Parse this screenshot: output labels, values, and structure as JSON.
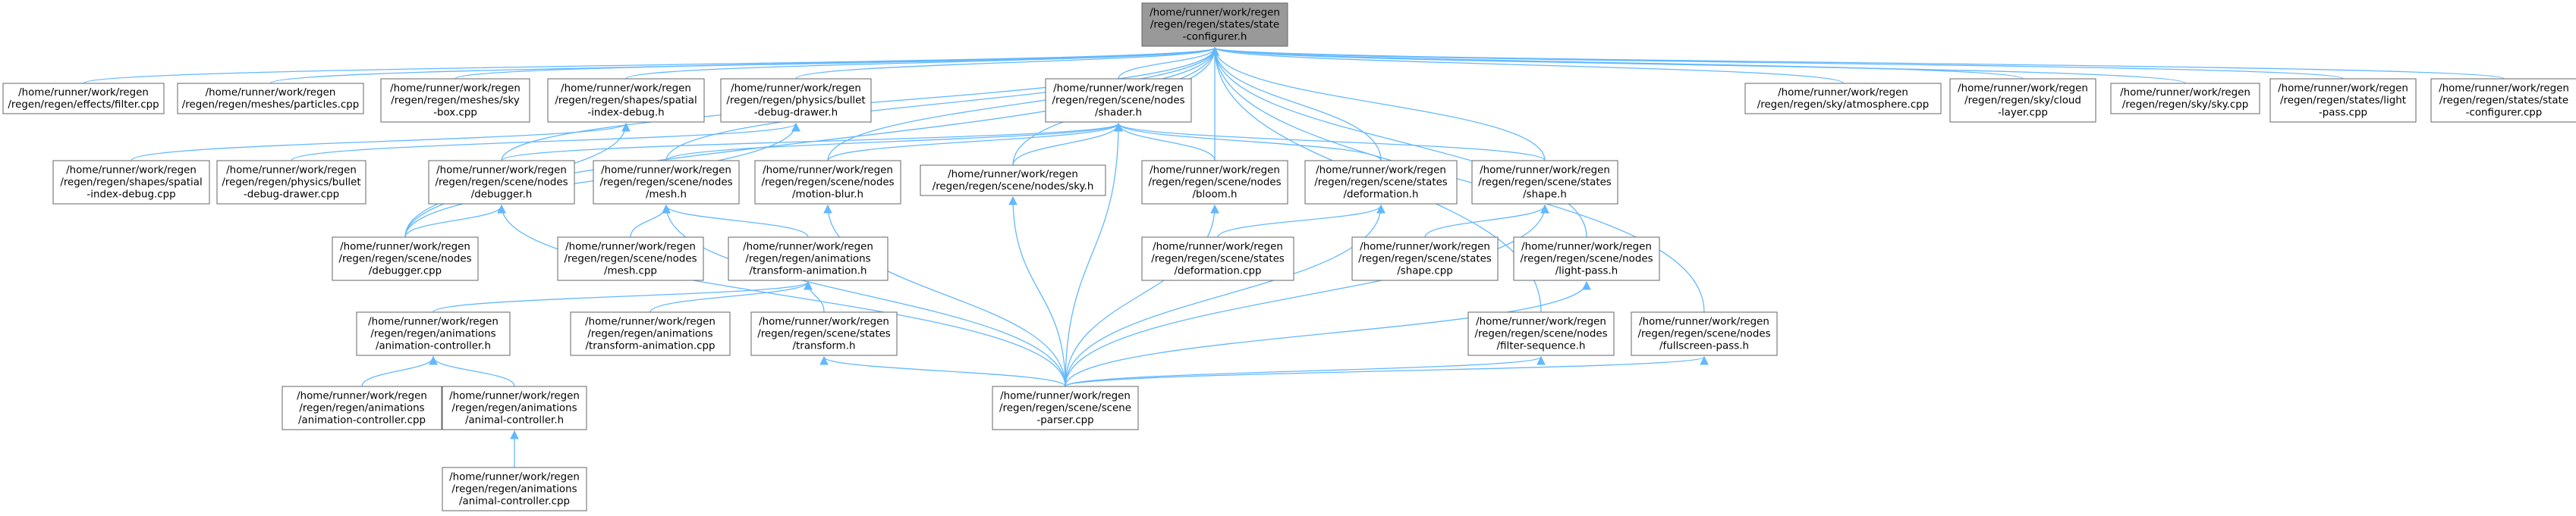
{
  "colors": {
    "edge": "#63b8ff",
    "node_border": "#666666",
    "node_fill": "#ffffff",
    "root_fill": "#999999",
    "text": "#000000"
  },
  "nodes": [
    {
      "id": "root",
      "lines": [
        "/home/runner/work/regen",
        "/regen/regen/states/state",
        "-configurer.h"
      ],
      "root": true
    },
    {
      "id": "filter-cpp",
      "lines": [
        "/home/runner/work/regen",
        "/regen/regen/effects/filter.cpp"
      ]
    },
    {
      "id": "particles-cpp",
      "lines": [
        "/home/runner/work/regen",
        "/regen/regen/meshes/particles.cpp"
      ]
    },
    {
      "id": "sky-box-cpp",
      "lines": [
        "/home/runner/work/regen",
        "/regen/regen/meshes/sky",
        "-box.cpp"
      ]
    },
    {
      "id": "spatial-index-debug-h",
      "lines": [
        "/home/runner/work/regen",
        "/regen/regen/shapes/spatial",
        "-index-debug.h"
      ]
    },
    {
      "id": "bullet-debug-drawer-h",
      "lines": [
        "/home/runner/work/regen",
        "/regen/regen/physics/bullet",
        "-debug-drawer.h"
      ]
    },
    {
      "id": "shader-h",
      "lines": [
        "/home/runner/work/regen",
        "/regen/regen/scene/nodes",
        "/shader.h"
      ]
    },
    {
      "id": "atmosphere-cpp",
      "lines": [
        "/home/runner/work/regen",
        "/regen/regen/sky/atmosphere.cpp"
      ]
    },
    {
      "id": "cloud-layer-cpp",
      "lines": [
        "/home/runner/work/regen",
        "/regen/regen/sky/cloud",
        "-layer.cpp"
      ]
    },
    {
      "id": "sky-cpp",
      "lines": [
        "/home/runner/work/regen",
        "/regen/regen/sky/sky.cpp"
      ]
    },
    {
      "id": "light-pass-cpp",
      "lines": [
        "/home/runner/work/regen",
        "/regen/regen/states/light",
        "-pass.cpp"
      ]
    },
    {
      "id": "state-configurer-cpp",
      "lines": [
        "/home/runner/work/regen",
        "/regen/regen/states/state",
        "-configurer.cpp"
      ]
    },
    {
      "id": "spatial-index-debug-cpp",
      "lines": [
        "/home/runner/work/regen",
        "/regen/regen/shapes/spatial",
        "-index-debug.cpp"
      ]
    },
    {
      "id": "bullet-debug-drawer-cpp",
      "lines": [
        "/home/runner/work/regen",
        "/regen/regen/physics/bullet",
        "-debug-drawer.cpp"
      ]
    },
    {
      "id": "debugger-h",
      "lines": [
        "/home/runner/work/regen",
        "/regen/regen/scene/nodes",
        "/debugger.h"
      ]
    },
    {
      "id": "mesh-h",
      "lines": [
        "/home/runner/work/regen",
        "/regen/regen/scene/nodes",
        "/mesh.h"
      ]
    },
    {
      "id": "motion-blur-h",
      "lines": [
        "/home/runner/work/regen",
        "/regen/regen/scene/nodes",
        "/motion-blur.h"
      ]
    },
    {
      "id": "nodes-sky-h",
      "lines": [
        "/home/runner/work/regen",
        "/regen/regen/scene/nodes/sky.h"
      ]
    },
    {
      "id": "bloom-h",
      "lines": [
        "/home/runner/work/regen",
        "/regen/regen/scene/nodes",
        "/bloom.h"
      ]
    },
    {
      "id": "deformation-h",
      "lines": [
        "/home/runner/work/regen",
        "/regen/regen/scene/states",
        "/deformation.h"
      ]
    },
    {
      "id": "shape-h",
      "lines": [
        "/home/runner/work/regen",
        "/regen/regen/scene/states",
        "/shape.h"
      ]
    },
    {
      "id": "debugger-cpp",
      "lines": [
        "/home/runner/work/regen",
        "/regen/regen/scene/nodes",
        "/debugger.cpp"
      ]
    },
    {
      "id": "mesh-cpp",
      "lines": [
        "/home/runner/work/regen",
        "/regen/regen/scene/nodes",
        "/mesh.cpp"
      ]
    },
    {
      "id": "transform-animation-h",
      "lines": [
        "/home/runner/work/regen",
        "/regen/regen/animations",
        "/transform-animation.h"
      ]
    },
    {
      "id": "deformation-cpp",
      "lines": [
        "/home/runner/work/regen",
        "/regen/regen/scene/states",
        "/deformation.cpp"
      ]
    },
    {
      "id": "shape-cpp",
      "lines": [
        "/home/runner/work/regen",
        "/regen/regen/scene/states",
        "/shape.cpp"
      ]
    },
    {
      "id": "light-pass-h",
      "lines": [
        "/home/runner/work/regen",
        "/regen/regen/scene/nodes",
        "/light-pass.h"
      ]
    },
    {
      "id": "animation-controller-h",
      "lines": [
        "/home/runner/work/regen",
        "/regen/regen/animations",
        "/animation-controller.h"
      ]
    },
    {
      "id": "transform-animation-cpp",
      "lines": [
        "/home/runner/work/regen",
        "/regen/regen/animations",
        "/transform-animation.cpp"
      ]
    },
    {
      "id": "transform-h",
      "lines": [
        "/home/runner/work/regen",
        "/regen/regen/scene/states",
        "/transform.h"
      ]
    },
    {
      "id": "filter-sequence-h",
      "lines": [
        "/home/runner/work/regen",
        "/regen/regen/scene/nodes",
        "/filter-sequence.h"
      ]
    },
    {
      "id": "fullscreen-pass-h",
      "lines": [
        "/home/runner/work/regen",
        "/regen/regen/scene/nodes",
        "/fullscreen-pass.h"
      ]
    },
    {
      "id": "animation-controller-cpp",
      "lines": [
        "/home/runner/work/regen",
        "/regen/regen/animations",
        "/animation-controller.cpp"
      ]
    },
    {
      "id": "animal-controller-h",
      "lines": [
        "/home/runner/work/regen",
        "/regen/regen/animations",
        "/animal-controller.h"
      ]
    },
    {
      "id": "scene-parser-cpp",
      "lines": [
        "/home/runner/work/regen",
        "/regen/regen/scene/scene",
        "-parser.cpp"
      ]
    },
    {
      "id": "animal-controller-cpp",
      "lines": [
        "/home/runner/work/regen",
        "/regen/regen/animations",
        "/animal-controller.cpp"
      ]
    }
  ],
  "edges": [
    [
      "filter-cpp",
      "root"
    ],
    [
      "particles-cpp",
      "root"
    ],
    [
      "sky-box-cpp",
      "root"
    ],
    [
      "spatial-index-debug-h",
      "root"
    ],
    [
      "bullet-debug-drawer-h",
      "root"
    ],
    [
      "shader-h",
      "root"
    ],
    [
      "atmosphere-cpp",
      "root"
    ],
    [
      "cloud-layer-cpp",
      "root"
    ],
    [
      "sky-cpp",
      "root"
    ],
    [
      "light-pass-cpp",
      "root"
    ],
    [
      "state-configurer-cpp",
      "root"
    ],
    [
      "debugger-h",
      "root"
    ],
    [
      "mesh-h",
      "root"
    ],
    [
      "motion-blur-h",
      "root"
    ],
    [
      "nodes-sky-h",
      "root"
    ],
    [
      "bloom-h",
      "root"
    ],
    [
      "deformation-h",
      "root"
    ],
    [
      "shape-h",
      "root"
    ],
    [
      "light-pass-h",
      "root"
    ],
    [
      "filter-sequence-h",
      "root"
    ],
    [
      "fullscreen-pass-h",
      "root"
    ],
    [
      "debugger-cpp",
      "root"
    ],
    [
      "spatial-index-debug-cpp",
      "spatial-index-debug-h"
    ],
    [
      "debugger-cpp",
      "spatial-index-debug-h"
    ],
    [
      "bullet-debug-drawer-cpp",
      "bullet-debug-drawer-h"
    ],
    [
      "debugger-cpp",
      "bullet-debug-drawer-h"
    ],
    [
      "debugger-h",
      "shader-h"
    ],
    [
      "mesh-h",
      "shader-h"
    ],
    [
      "motion-blur-h",
      "shader-h"
    ],
    [
      "nodes-sky-h",
      "shader-h"
    ],
    [
      "bloom-h",
      "shader-h"
    ],
    [
      "deformation-h",
      "shader-h"
    ],
    [
      "shape-h",
      "shader-h"
    ],
    [
      "scene-parser-cpp",
      "shader-h"
    ],
    [
      "debugger-cpp",
      "debugger-h"
    ],
    [
      "scene-parser-cpp",
      "debugger-h"
    ],
    [
      "mesh-cpp",
      "mesh-h"
    ],
    [
      "transform-animation-h",
      "mesh-h"
    ],
    [
      "scene-parser-cpp",
      "mesh-h"
    ],
    [
      "scene-parser-cpp",
      "motion-blur-h"
    ],
    [
      "scene-parser-cpp",
      "nodes-sky-h"
    ],
    [
      "scene-parser-cpp",
      "bloom-h"
    ],
    [
      "deformation-cpp",
      "deformation-h"
    ],
    [
      "scene-parser-cpp",
      "deformation-h"
    ],
    [
      "shape-cpp",
      "shape-h"
    ],
    [
      "scene-parser-cpp",
      "shape-h"
    ],
    [
      "animation-controller-h",
      "transform-animation-h"
    ],
    [
      "transform-animation-cpp",
      "transform-animation-h"
    ],
    [
      "transform-h",
      "transform-animation-h"
    ],
    [
      "scene-parser-cpp",
      "light-pass-h"
    ],
    [
      "animation-controller-cpp",
      "animation-controller-h"
    ],
    [
      "animal-controller-h",
      "animation-controller-h"
    ],
    [
      "scene-parser-cpp",
      "transform-h"
    ],
    [
      "scene-parser-cpp",
      "filter-sequence-h"
    ],
    [
      "scene-parser-cpp",
      "fullscreen-pass-h"
    ],
    [
      "animal-controller-cpp",
      "animal-controller-h"
    ]
  ]
}
